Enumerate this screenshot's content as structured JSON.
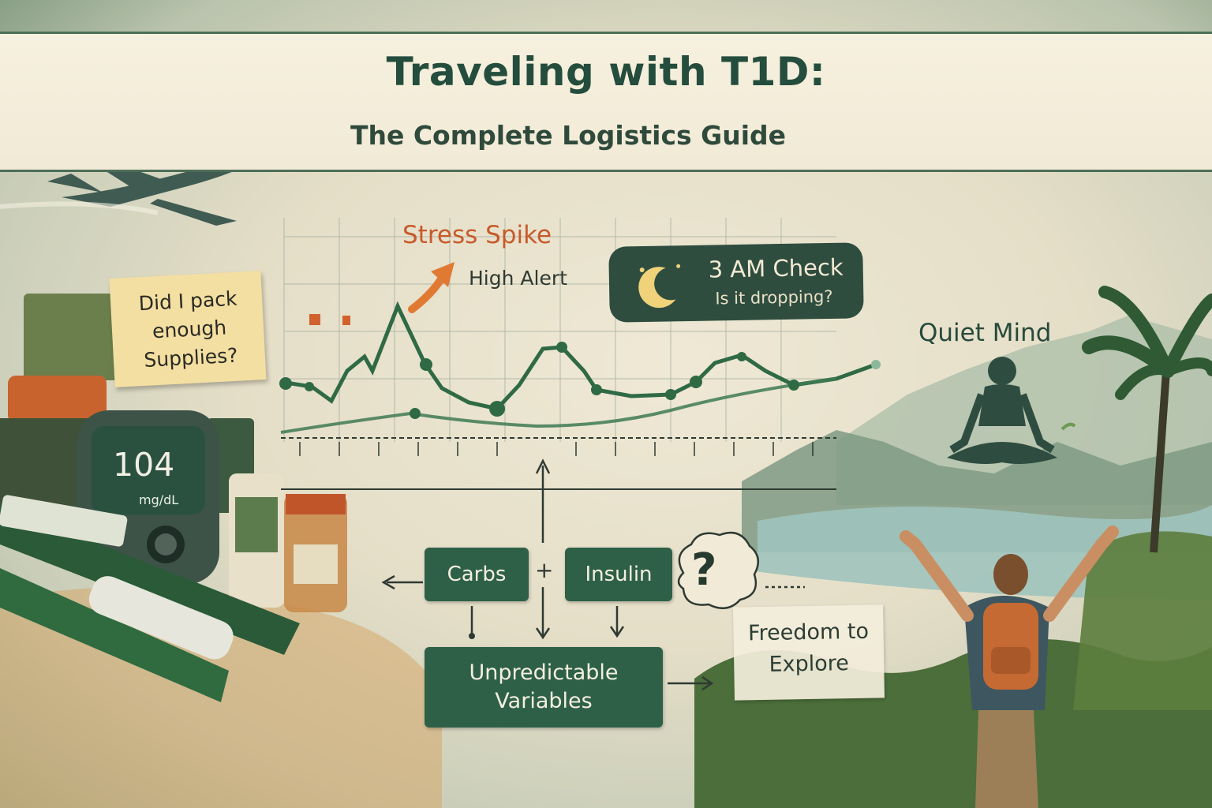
{
  "title": {
    "main": "Traveling with T1D:",
    "sub": "The Complete Logistics Guide"
  },
  "notes": {
    "supplies": "Did I pack enough Supplies?",
    "stress_spike": "Stress Spike",
    "high_alert": "High Alert",
    "am_check_title": "3 AM Check",
    "am_check_sub": "Is it dropping?",
    "quiet_mind": "Quiet Mind",
    "freedom": "Freedom to Explore"
  },
  "meter": {
    "value": "104",
    "unit": "mg/dL"
  },
  "flow": {
    "carbs": "Carbs",
    "plus": "+",
    "insulin": "Insulin",
    "question": "?",
    "result": "Unpredictable Variables"
  },
  "colors": {
    "title": "#244d3d",
    "accent_green": "#2e6048",
    "alert_orange": "#c75a2a",
    "paper": "#f3ead4"
  },
  "icons": [
    "airplane-icon",
    "moon-icon",
    "meditation-figure-icon",
    "palm-tree-icon",
    "hiker-icon",
    "glucose-meter-icon",
    "insulin-pen-icon",
    "medicine-bottle-icon"
  ]
}
